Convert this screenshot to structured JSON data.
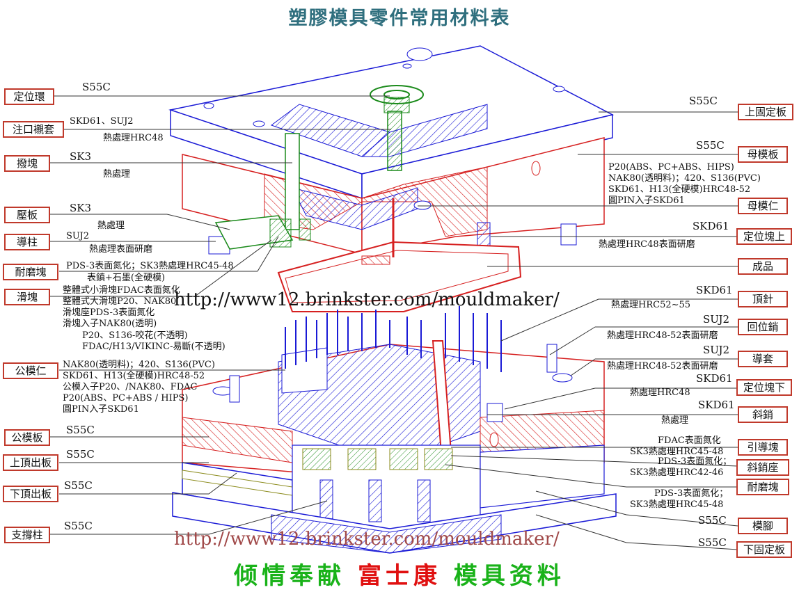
{
  "title": "塑膠模具零件常用材料表",
  "watermark_url": "http://www12.brinkster.com/mouldmaker/",
  "footer": {
    "part1": "倾情奉献",
    "part2": "富士康",
    "part3": "模具资料",
    "color1": "#19b219",
    "color2": "#e01010",
    "color3": "#19b219"
  },
  "colors": {
    "label_border": "#c0392b",
    "blue": "#1a1ad6",
    "red": "#d62020",
    "green": "#1a8a1a",
    "title": "#2f6f7e"
  },
  "left_labels": [
    {
      "name": "定位環",
      "mat": [
        "S55C"
      ]
    },
    {
      "name": "注口襯套",
      "mat": [
        "SKD61、SUJ2",
        "熱處理HRC48"
      ]
    },
    {
      "name": "撥塊",
      "mat": [
        "SK3",
        "熱處理"
      ]
    },
    {
      "name": "壓板",
      "mat": [
        "SK3",
        "熱處理"
      ]
    },
    {
      "name": "導柱",
      "mat": [
        "SUJ2",
        "熱處理表面研磨"
      ]
    },
    {
      "name": "耐磨塊",
      "mat": [
        "PDS-3表面氮化；SK3熱處理HRC45-48",
        "表鎮+石墨(全硬模)"
      ]
    },
    {
      "name": "滑塊",
      "mat": [
        "整體式小滑塊FDAC表面氮化",
        "整體式大滑塊P20、NAK80",
        "滑塊座PDS-3表面氮化",
        "滑塊入子NAK80(透明)",
        "P20、S136-咬花(不透明)",
        "FDAC/H13/VIKINC-易斷(不透明)"
      ]
    },
    {
      "name": "公模仁",
      "mat": [
        "NAK80(透明料)；420、S136(PVC)",
        "SKD61、H13(全硬模)HRC48-52",
        "公模入子P20、/NAK80、FDAC",
        "P20(ABS、PC+ABS / HIPS)",
        "圓PIN入子SKD61"
      ]
    },
    {
      "name": "公模板",
      "mat": [
        "S55C"
      ]
    },
    {
      "name": "上頂出板",
      "mat": [
        "S55C"
      ]
    },
    {
      "name": "下頂出板",
      "mat": [
        "S55C"
      ]
    },
    {
      "name": "支撐柱",
      "mat": [
        "S55C"
      ]
    }
  ],
  "right_labels": [
    {
      "name": "上固定板",
      "mat": [
        "S55C"
      ]
    },
    {
      "name": "母模板",
      "mat": [
        "S55C"
      ]
    },
    {
      "name": "母模仁",
      "mat": [
        "P20(ABS、PC+ABS、HIPS)",
        "NAK80(透明料)；420、S136(PVC)",
        "SKD61、H13(全硬模)HRC48-52",
        "圓PIN入子SKD61"
      ]
    },
    {
      "name": "定位塊上",
      "mat": [
        "SKD61",
        "熱處理HRC48表面研磨"
      ]
    },
    {
      "name": "成品",
      "mat": []
    },
    {
      "name": "頂針",
      "mat": [
        "SKD61",
        "熱處理HRC52~55"
      ]
    },
    {
      "name": "回位銷",
      "mat": [
        "SUJ2",
        "熱處理HRC48-52表面研磨"
      ]
    },
    {
      "name": "導套",
      "mat": [
        "SUJ2",
        "熱處理HRC48-52表面研磨"
      ]
    },
    {
      "name": "定位塊下",
      "mat": [
        "SKD61",
        "熱處理HRC48"
      ]
    },
    {
      "name": "斜銷",
      "mat": [
        "SKD61",
        "熱處理"
      ]
    },
    {
      "name": "引導塊",
      "mat": [
        "FDAC表面氮化",
        "SK3熱處理HRC45-48"
      ]
    },
    {
      "name": "斜銷座",
      "mat": [
        "PDS-3表面氮化；",
        "SK3熱處理HRC42-46"
      ]
    },
    {
      "name": "耐磨塊",
      "mat": [
        "PDS-3表面氮化；",
        "SK3熱處理HRC45-48"
      ]
    },
    {
      "name": "模腳",
      "mat": [
        "S55C"
      ]
    },
    {
      "name": "下固定板",
      "mat": [
        "S55C"
      ]
    }
  ]
}
